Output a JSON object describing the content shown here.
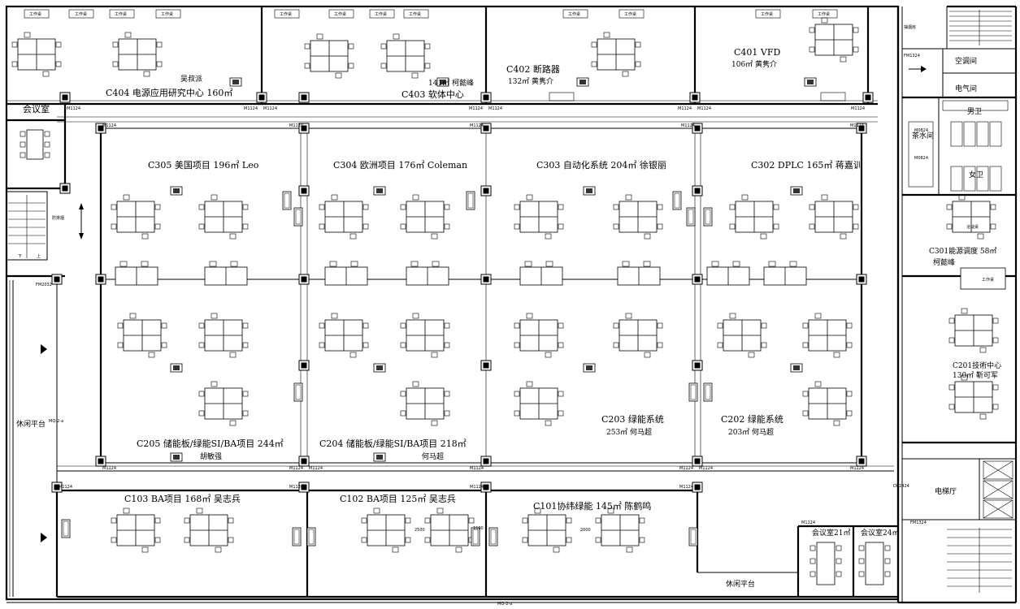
{
  "rooms": {
    "c404": {
      "code": "C404 电源应用研究中心 160㎡",
      "person": "吴叔派"
    },
    "c403": {
      "area": "141㎡ 柯懿峰",
      "name": "C403 软体中心"
    },
    "c402": {
      "name": "C402 断路器",
      "area": "132㎡ 黄隽介"
    },
    "c401": {
      "name": "C401 VFD",
      "area": "106㎡ 黄隽介"
    },
    "meeting_room": "会议室",
    "c305": "C305 美国项目 196㎡ Leo",
    "c304": "C304 欧洲项目 176㎡ Coleman",
    "c303": "C303 自动化系统 204㎡ 徐银丽",
    "c302": "C302 DPLC 165㎡ 蒋嘉训",
    "c205": {
      "name": "C205 储能板/绿能SI/BA项目 244㎡",
      "person": "胡敏强"
    },
    "c204": {
      "name": "C204 储能板/绿能SI/BA项目 218㎡",
      "person": "何马超"
    },
    "c203": {
      "name": "C203 绿能系统",
      "area": "253㎡ 何马超"
    },
    "c202": {
      "name": "C202 绿能系统",
      "area": "203㎡ 何马超"
    },
    "c103": "C103 BA项目 168㎡ 吴志兵",
    "c102": "C102 BA项目 125㎡ 吴志兵",
    "c101": "C101协纬绿能 145㎡ 陈鹤鸣",
    "c301": {
      "name": "C301能源调度 58㎡",
      "person": "柯懿峰"
    },
    "c201": {
      "name": "C201技術中心",
      "area": "130㎡ 靳可军"
    },
    "meeting_21": "会议室21㎡",
    "meeting_24": "会议室24㎡",
    "elevator_hall": "电梯厅",
    "lounge_left": "休闲平台",
    "lounge_bottom": "休闲平台",
    "tea_room": "茶水间",
    "male_wc": "男卫",
    "female_wc": "女卫",
    "smoking": "抽烟房",
    "air_room": "空调间",
    "electric_room": "电气间"
  },
  "tags": {
    "door": "M1124",
    "fm1": "FM1324",
    "fm2": "FM2032",
    "fm3": "FM1324",
    "m0824": "M0824",
    "elev": "DK2424",
    "win_bottom": "MQ-2-a",
    "win_left": "MQ-2-a",
    "desk": "工作桌",
    "meeting_table": "洽谈桌",
    "side_label": "防排烟",
    "stair_a": "下",
    "stair_b": "上",
    "dim": "2500",
    "dim2": "1500",
    "dim3": "2000"
  }
}
